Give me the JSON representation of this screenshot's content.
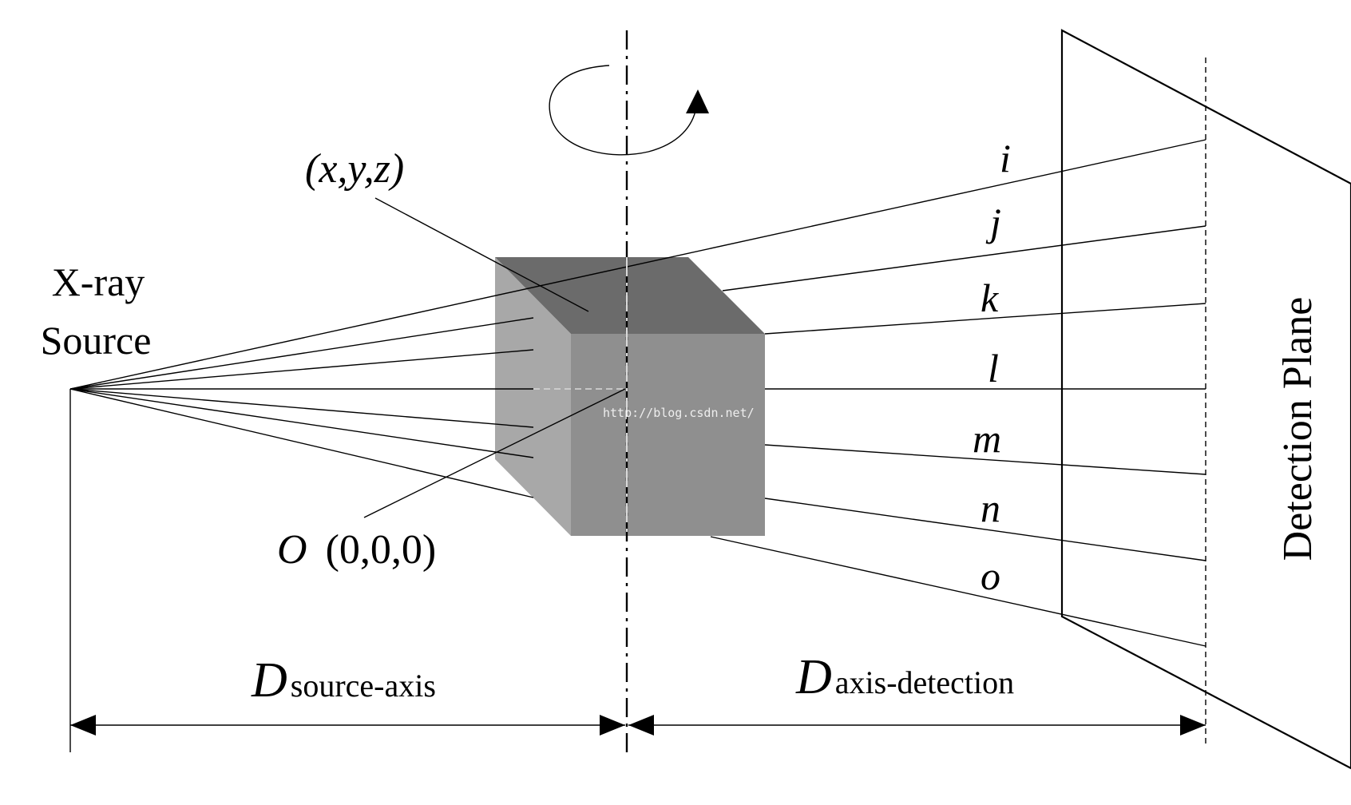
{
  "diagram": {
    "source_label": [
      "X-ray",
      "Source"
    ],
    "point_label": "(x,y,z)",
    "origin_label": {
      "symbol": "O",
      "coords": "(0,0,0)"
    },
    "rays": [
      "i",
      "j",
      "k",
      "l",
      "m",
      "n",
      "o"
    ],
    "detector_label": "Detection Plane",
    "dim_source_axis": {
      "symbol": "D",
      "subscript": "source-axis"
    },
    "dim_axis_detection": {
      "symbol": "D",
      "subscript": "axis-detection"
    },
    "watermark": "http://blog.csdn.net/"
  },
  "colors": {
    "line": "#000000",
    "cube_top": "#6b6b6b",
    "cube_front": "#8f8f8f",
    "cube_left": "#a8a8a8",
    "background": "#ffffff"
  },
  "icons": {
    "rotation": "rotation-arrow-icon",
    "dimension_arrow": "double-arrow-icon"
  }
}
